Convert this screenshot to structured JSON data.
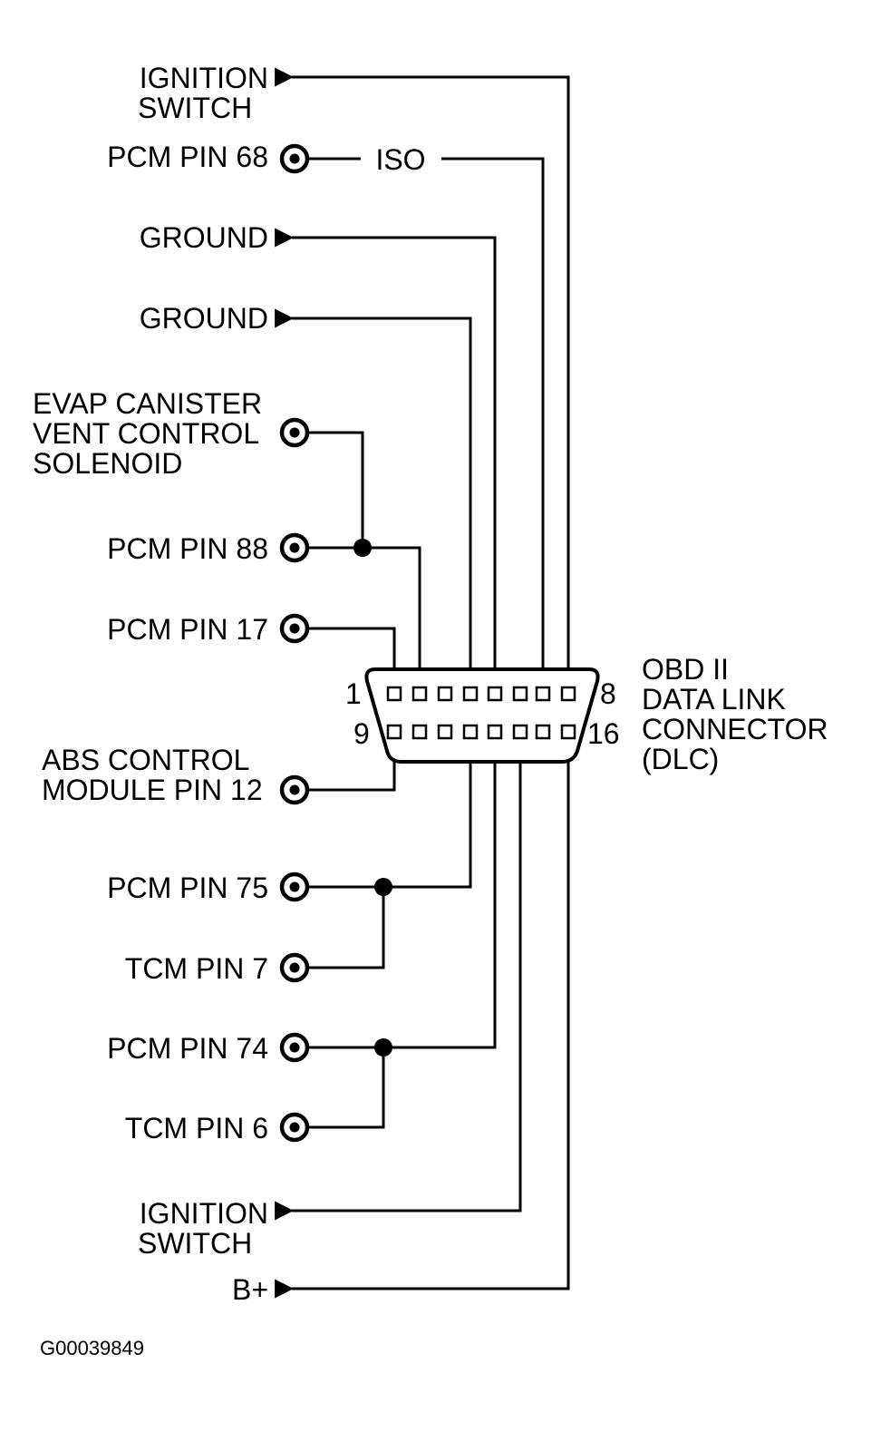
{
  "connector": {
    "title_lines": [
      "OBD II",
      "DATA LINK",
      "CONNECTOR",
      "(DLC)"
    ],
    "pin_numbers": {
      "top_left": "1",
      "top_right": "8",
      "bottom_left": "9",
      "bottom_right": "16"
    }
  },
  "labels": {
    "ignition_switch_top": [
      "IGNITION",
      "SWITCH"
    ],
    "pcm_pin_68": "PCM PIN 68",
    "iso": "ISO",
    "ground_1": "GROUND",
    "ground_2": "GROUND",
    "evap": [
      "EVAP CANISTER",
      "VENT CONTROL",
      "SOLENOID"
    ],
    "pcm_pin_88": "PCM PIN 88",
    "pcm_pin_17": "PCM PIN 17",
    "abs": [
      "ABS CONTROL",
      "MODULE PIN 12"
    ],
    "pcm_pin_75": "PCM PIN 75",
    "tcm_pin_7": "TCM PIN 7",
    "pcm_pin_74": "PCM PIN 74",
    "tcm_pin_6": "TCM PIN 6",
    "ignition_switch_bottom": [
      "IGNITION",
      "SWITCH"
    ],
    "b_plus": "B+"
  },
  "figure_id": "G00039849",
  "colors": {
    "line": "#000000",
    "background": "#ffffff"
  }
}
